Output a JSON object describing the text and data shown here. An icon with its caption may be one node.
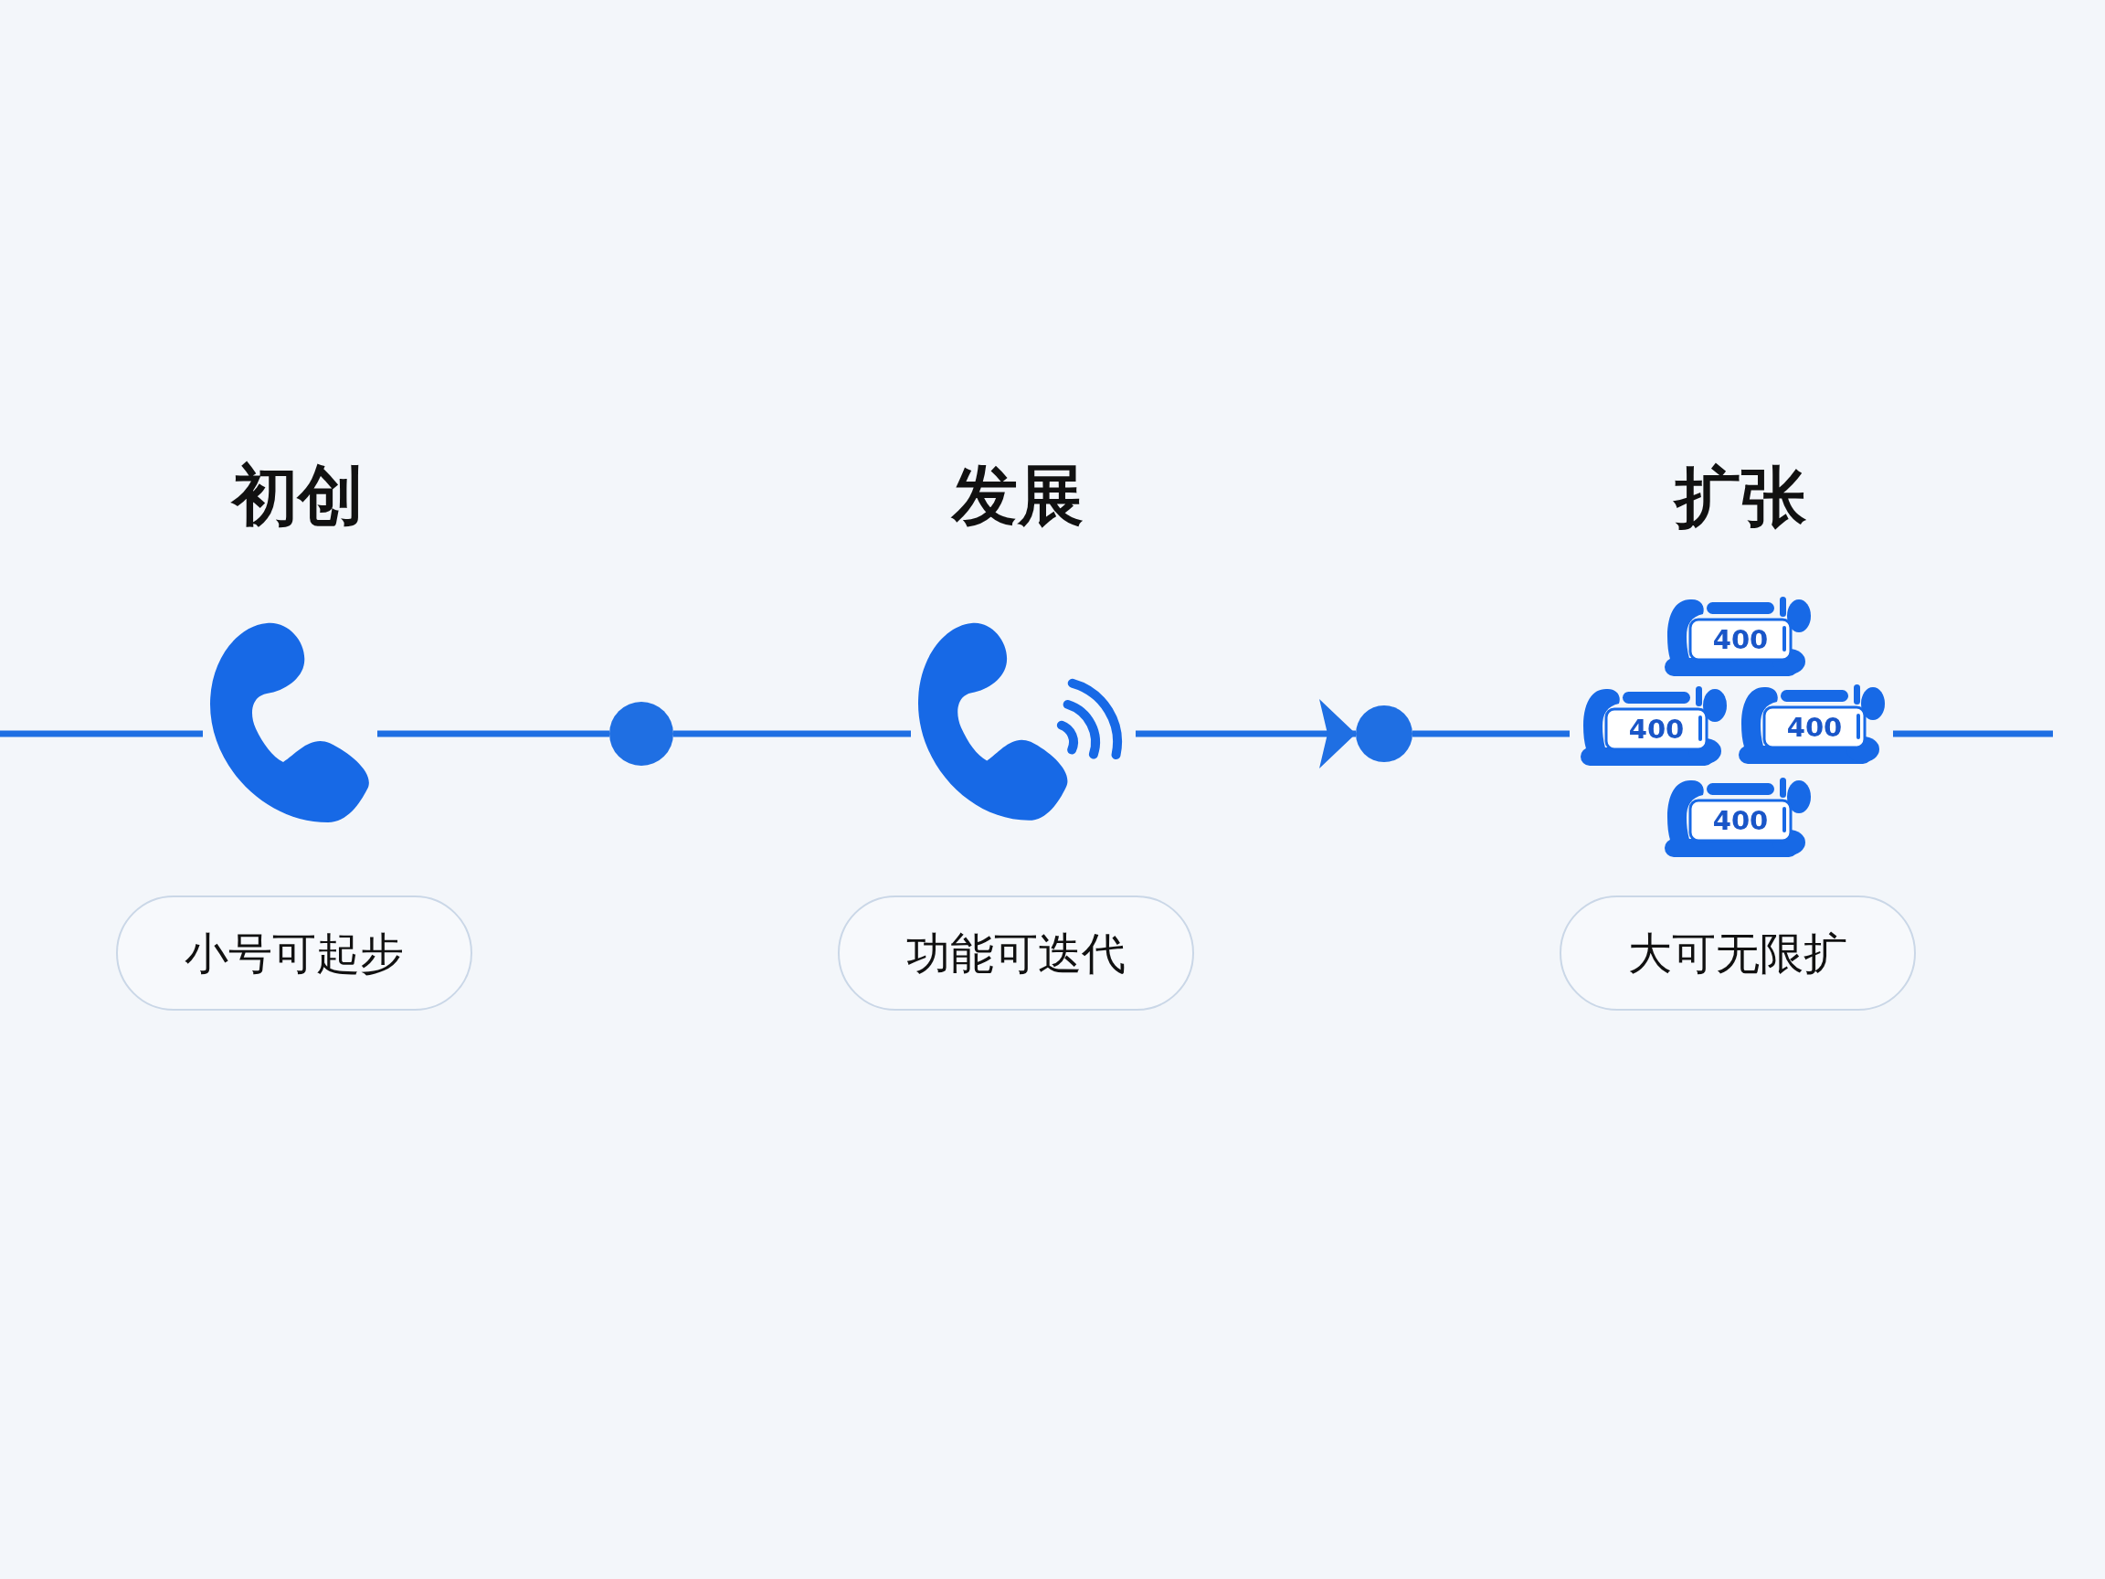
{
  "diagram": {
    "nodes": [
      {
        "text": [],
        "shape": "picture",
        "beside": [
          "初创"
        ]
      },
      {
        "text": [
          "小号可起步"
        ]
      },
      {
        "text": [],
        "shape": "circle"
      },
      {
        "text": [],
        "shape": "picture",
        "beside": [
          "发展"
        ]
      },
      {
        "text": [
          "功能可迭代"
        ]
      },
      {
        "text": [],
        "shape": "circle"
      },
      {
        "text": [],
        "shape": "picture",
        "beside": [
          "扩张"
        ]
      },
      {
        "text": [
          "400"
        ],
        "in": 6
      },
      {
        "text": [
          "400"
        ],
        "in": 6
      },
      {
        "text": [
          "400"
        ],
        "in": 6
      },
      {
        "text": [
          "400"
        ],
        "in": 6
      },
      {
        "text": [
          "大可无限扩"
        ]
      }
    ],
    "edges": [
      {
        "from": null,
        "to": 0,
        "arrow": "none"
      },
      {
        "from": 0,
        "to": 2,
        "arrow": "none"
      },
      {
        "from": 2,
        "to": 3,
        "arrow": "none"
      },
      {
        "from": 3,
        "to": 5,
        "arrow": "to"
      },
      {
        "from": 5,
        "to": 8,
        "arrow": "none"
      },
      {
        "from": 9,
        "to": null,
        "arrow": "none"
      }
    ]
  }
}
